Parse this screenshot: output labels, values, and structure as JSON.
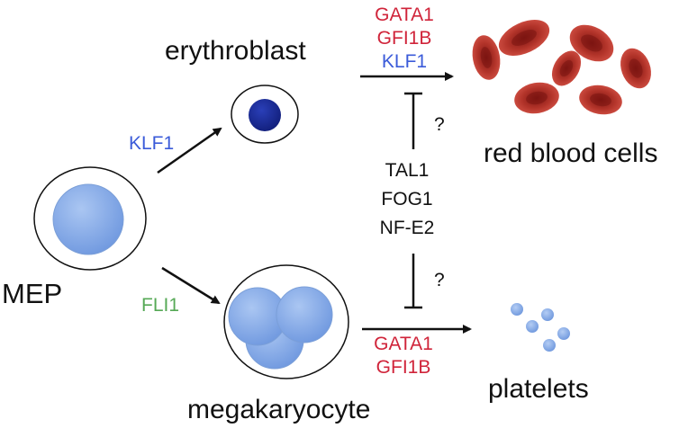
{
  "labels": {
    "erythroblast": "erythroblast",
    "megakaryocyte": "megakaryocyte",
    "mep": "MEP",
    "red_blood_cells": "red blood cells",
    "platelets": "platelets"
  },
  "factors": {
    "klf1_left": "KLF1",
    "fli1": "FLI1",
    "top_tfs": [
      "GATA1",
      "GFI1B",
      "KLF1"
    ],
    "bottom_tfs": [
      "GATA1",
      "GFI1B"
    ],
    "middle_tfs": [
      "TAL1",
      "FOG1",
      "NF-E2"
    ],
    "question_top": "?",
    "question_bottom": "?"
  },
  "colors": {
    "red": "#d0243a",
    "blue": "#3b5bd9",
    "green": "#56a956",
    "black": "#111111",
    "cell_fill": "#8fb2e8",
    "nucleus_dark": "#1c2e9c",
    "rbc": "#b0312a"
  }
}
